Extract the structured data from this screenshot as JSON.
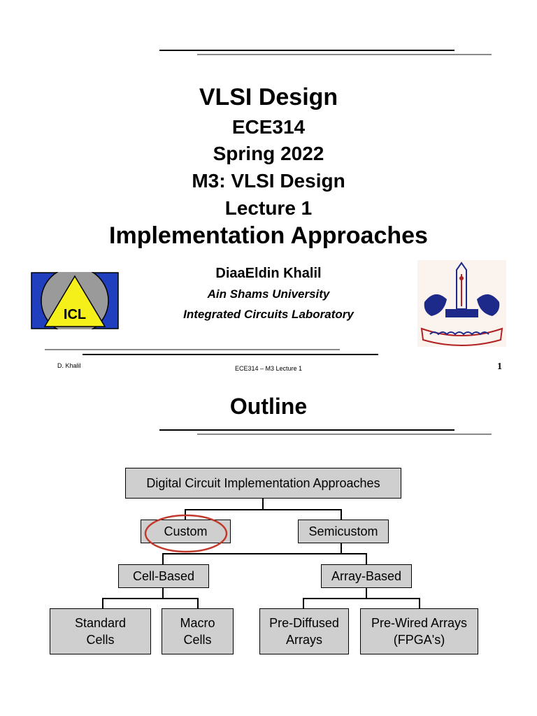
{
  "slide1": {
    "title": "VLSI Design",
    "course": "ECE314",
    "term": "Spring 2022",
    "module": "M3: VLSI Design",
    "lecture": "Lecture 1",
    "topic": "Implementation Approaches",
    "author": "DiaaEldin Khalil",
    "university": "Ain Shams University",
    "lab": "Integrated Circuits Laboratory",
    "logo_left_text": "ICL",
    "footer_left": "D. Khalil",
    "footer_center": "ECE314 – M3 Lecture 1",
    "page_number": "1"
  },
  "slide2": {
    "title": "Outline",
    "tree": {
      "root": "Digital Circuit Implementation Approaches",
      "custom": "Custom",
      "semicustom": "Semicustom",
      "cell_based": "Cell-Based",
      "array_based": "Array-Based",
      "standard_cells": "Standard\nCells",
      "macro_cells": "Macro\nCells",
      "pre_diffused": "Pre-Diffused\nArrays",
      "pre_wired": "Pre-Wired Arrays\n(FPGA's)"
    },
    "highlight_color": "#c0392b"
  },
  "colors": {
    "box_fill": "#cfcfcf",
    "logo_blue": "#1f3fbf",
    "logo_yellow": "#f5ef1a",
    "logo_gray": "#9a9a9a",
    "seal_blue": "#1e2a8a",
    "seal_red": "#b22222"
  }
}
